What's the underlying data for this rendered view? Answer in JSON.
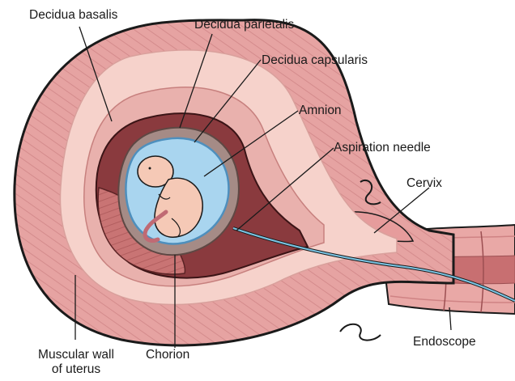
{
  "labels": {
    "decidua_basalis": "Decidua basalis",
    "decidua_parietalis": "Decidua parietalis",
    "decidua_capsularis": "Decidua capsularis",
    "amnion": "Amnion",
    "aspiration_needle": "Aspiration needle",
    "cervix": "Cervix",
    "endoscope": "Endoscope",
    "chorion": "Chorion",
    "muscular_wall_line1": "Muscular wall",
    "muscular_wall_line2": "of uterus"
  },
  "colors": {
    "muscle": "#e6a3a2",
    "muscle_line": "#cf8384",
    "decidua_light": "#f6d2cb",
    "decidua_mid": "#e9b1ad",
    "decidua_dark": "#7a3236",
    "chorion": "#a58b86",
    "amniotic_fluid": "#a9d5ef",
    "amnion_edge": "#6fb3dc",
    "embryo": "#f5c9b6",
    "placenta": "#c7706f",
    "needle": "#2f5f75",
    "outline": "#1a1a1a"
  }
}
